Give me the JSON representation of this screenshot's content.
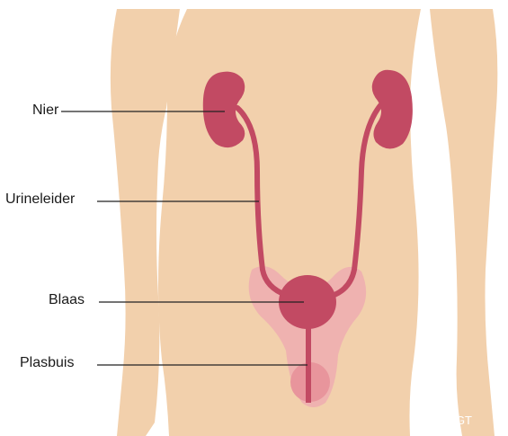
{
  "labels": {
    "kidney": "Nier",
    "ureter": "Urineleider",
    "bladder": "Blaas",
    "urethra": "Plasbuis"
  },
  "credit": "©ZGT",
  "colors": {
    "skin": "#f2d0ac",
    "skin_outline": "#ffffff",
    "organ": "#c24a63",
    "prostate_glow": "#eeadb0",
    "line": "#222222"
  }
}
